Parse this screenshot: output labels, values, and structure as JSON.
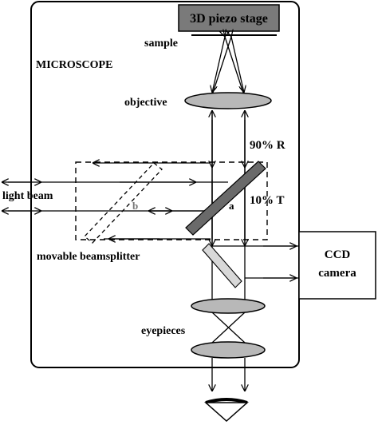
{
  "labels": {
    "stage": "3D piezo stage",
    "sample": "sample",
    "microscope": "MICROSCOPE",
    "objective": "objective",
    "reflect": "90% R",
    "transmit": "10% T",
    "light_beam": "light beam",
    "beamsplitter_b": "b",
    "beamsplitter_a": "a",
    "movable_beamsplitter": "movable beamsplitter",
    "ccd_line1": "CCD",
    "ccd_line2": "camera",
    "eyepieces": "eyepieces"
  },
  "colors": {
    "stage_fill": "#7a7a7a",
    "mirror_a": "#6a6a6a",
    "mirror_lower": "#d8d8d8",
    "lens_fill": "#b8b8b8",
    "label_b": "#777777"
  }
}
